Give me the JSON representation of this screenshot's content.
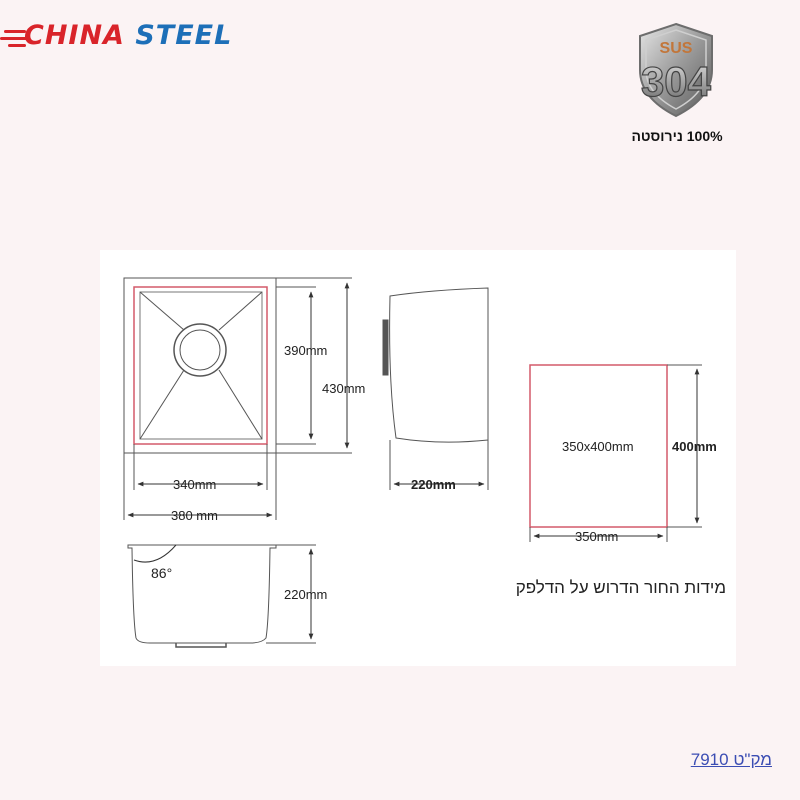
{
  "brand": {
    "name_part1": "CHINA",
    "name_part2": "STEEL",
    "colors": {
      "red": "#d9242a",
      "blue": "#1d6fb8"
    }
  },
  "badge": {
    "grade_top": "SUS",
    "grade_number": "304",
    "caption": "100% נירוסטה"
  },
  "drawing": {
    "top_view": {
      "inner_height": "390mm",
      "outer_height": "430mm",
      "inner_width": "340mm",
      "outer_width": "380 mm"
    },
    "side_view": {
      "depth": "220mm"
    },
    "cutout": {
      "size_label": "350x400mm",
      "height": "400mm",
      "width": "350mm"
    },
    "section_view": {
      "angle": "86°",
      "depth": "220mm"
    },
    "caption": "מידות   החור הדרוש על הדלפק"
  },
  "sku": "מק\"ט 7910"
}
